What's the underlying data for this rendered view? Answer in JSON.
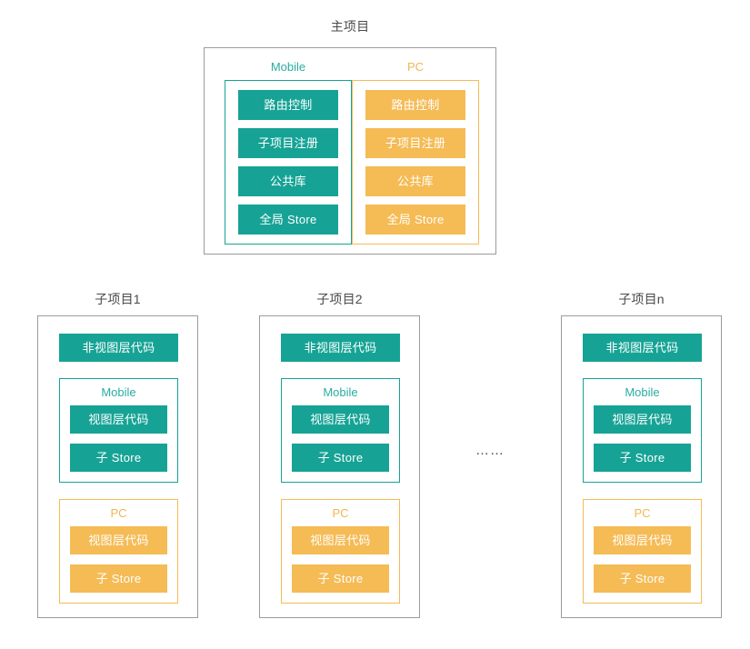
{
  "colors": {
    "teal": "#16a395",
    "teal_text": "#2aada0",
    "orange": "#f5bb55",
    "orange_text": "#f0b750",
    "card_border": "#9b9b9b",
    "title_text": "#4a4a4a",
    "background": "#ffffff"
  },
  "main_project": {
    "title": "主项目",
    "platforms": [
      {
        "label": "Mobile",
        "theme": "teal",
        "items": [
          "路由控制",
          "子项目注册",
          "公共库",
          "全局 Store"
        ]
      },
      {
        "label": "PC",
        "theme": "orange",
        "items": [
          "路由控制",
          "子项目注册",
          "公共库",
          "全局 Store"
        ]
      }
    ]
  },
  "ellipsis": "……",
  "sub_projects": [
    {
      "title": "子项目1",
      "shared_item": "非视图层代码",
      "platforms": [
        {
          "label": "Mobile",
          "theme": "teal",
          "items": [
            "视图层代码",
            "子 Store"
          ]
        },
        {
          "label": "PC",
          "theme": "orange",
          "items": [
            "视图层代码",
            "子 Store"
          ]
        }
      ]
    },
    {
      "title": "子项目2",
      "shared_item": "非视图层代码",
      "platforms": [
        {
          "label": "Mobile",
          "theme": "teal",
          "items": [
            "视图层代码",
            "子 Store"
          ]
        },
        {
          "label": "PC",
          "theme": "orange",
          "items": [
            "视图层代码",
            "子 Store"
          ]
        }
      ]
    },
    {
      "title": "子项目n",
      "shared_item": "非视图层代码",
      "platforms": [
        {
          "label": "Mobile",
          "theme": "teal",
          "items": [
            "视图层代码",
            "子 Store"
          ]
        },
        {
          "label": "PC",
          "theme": "orange",
          "items": [
            "视图层代码",
            "子 Store"
          ]
        }
      ]
    }
  ]
}
